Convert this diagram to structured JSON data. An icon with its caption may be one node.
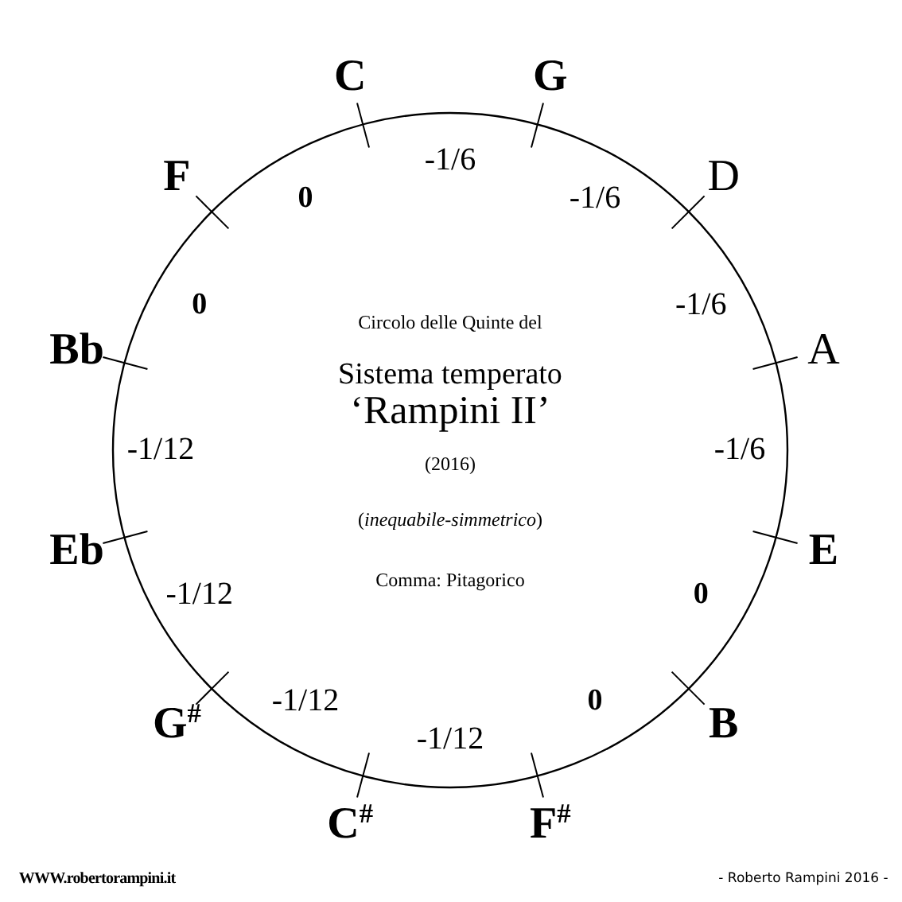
{
  "diagram": {
    "labels": [
      "C",
      "-1/6",
      "G",
      "-1/6",
      "D",
      "-1/6",
      "A",
      "-1/6",
      "E",
      "0",
      "B",
      "0",
      "F$^{#}$",
      "-1/12",
      "C$^{#}$",
      "-1/12",
      "G$^{#}$",
      "-1/12",
      "Eb",
      "-1/12",
      "Bb",
      "0",
      "F",
      "0",
      "Circolo delle Quinte del",
      "Sistema temperato",
      "‘Rampini II’",
      "(2016)",
      "(*inequabile-simmetrico*)",
      "Comma: Pitagorico",
      "WWW.robertorampini.it",
      "- Roberto Rampini 2016 -"
    ]
  }
}
